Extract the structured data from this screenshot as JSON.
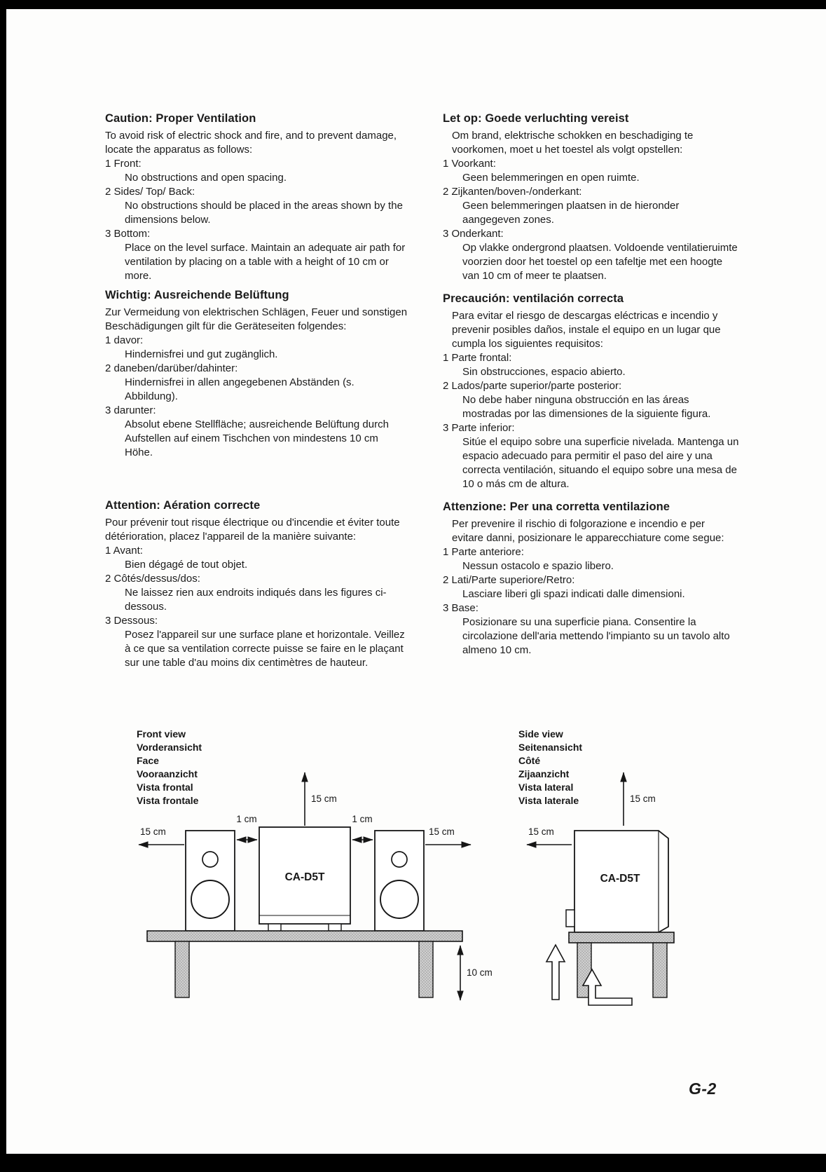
{
  "page": {
    "number": "G-2"
  },
  "columns": {
    "left": [
      {
        "title": "Caution: Proper Ventilation",
        "intro": "To avoid risk of electric shock and fire, and to prevent damage, locate the apparatus as follows:",
        "items": [
          {
            "label": "1 Front:",
            "text": "No obstructions and open spacing."
          },
          {
            "label": "2 Sides/ Top/ Back:",
            "text": "No obstructions should be placed in the areas shown by the dimensions below."
          },
          {
            "label": "3 Bottom:",
            "text": "Place on the level surface. Maintain an adequate air path for ventilation by placing on a table with a height of 10 cm or more."
          }
        ]
      },
      {
        "title": "Wichtig: Ausreichende Belüftung",
        "intro": "Zur Vermeidung von elektrischen Schlägen, Feuer und sonstigen Beschädigungen gilt für die Geräteseiten folgendes:",
        "items": [
          {
            "label": "1 davor:",
            "text": "Hindernisfrei und gut zugänglich."
          },
          {
            "label": "2 daneben/darüber/dahinter:",
            "text": "Hindernisfrei in allen angegebenen Abständen (s. Abbildung)."
          },
          {
            "label": "3 darunter:",
            "text": "Absolut ebene Stellfläche; ausreichende Belüftung durch Aufstellen auf einem Tischchen von mindestens 10 cm Höhe."
          }
        ]
      },
      {
        "title": "Attention: Aération correcte",
        "intro": "Pour prévenir tout risque électrique ou d'incendie et éviter toute détérioration, placez l'appareil de la manière suivante:",
        "items": [
          {
            "label": "1 Avant:",
            "text": "Bien dégagé de tout objet."
          },
          {
            "label": "2 Côtés/dessus/dos:",
            "text": "Ne laissez rien aux endroits indiqués dans les figures ci-dessous."
          },
          {
            "label": "3 Dessous:",
            "text": "Posez l'appareil sur une surface plane et horizontale. Veillez à ce que sa ventilation correcte puisse se faire en le plaçant sur une table d'au moins dix centimètres de hauteur."
          }
        ]
      }
    ],
    "right": [
      {
        "title": "Let op: Goede verluchting vereist",
        "intro": "Om brand, elektrische schokken en beschadiging te voorkomen, moet u het toestel als volgt opstellen:",
        "items": [
          {
            "label": "1 Voorkant:",
            "text": "Geen belemmeringen en open ruimte."
          },
          {
            "label": "2 Zijkanten/boven-/onderkant:",
            "text": "Geen belemmeringen plaatsen in de hieronder aangegeven zones."
          },
          {
            "label": "3 Onderkant:",
            "text": "Op vlakke ondergrond plaatsen. Voldoende ventilatieruimte voorzien door het toestel op een tafeltje met een hoogte van 10 cm of meer te plaatsen."
          }
        ]
      },
      {
        "title": "Precaución: ventilación correcta",
        "intro": "Para evitar el riesgo de descargas eléctricas e incendio y prevenir posibles daños, instale el equipo en un lugar que cumpla los siguientes requisitos:",
        "items": [
          {
            "label": "1 Parte frontal:",
            "text": "Sin obstrucciones, espacio abierto."
          },
          {
            "label": "2 Lados/parte superior/parte posterior:",
            "text": "No debe haber ninguna obstrucción en las áreas mostradas por las dimensiones de la siguiente figura."
          },
          {
            "label": "3 Parte inferior:",
            "text": "Sitúe el equipo sobre una superficie nivelada. Mantenga un espacio adecuado para permitir el paso del aire y una correcta ventilación, situando el equipo sobre una mesa de 10 o más cm de altura."
          }
        ]
      },
      {
        "title": "Attenzione: Per una corretta ventilazione",
        "intro": "Per prevenire il rischio di folgorazione e incendio e per evitare danni, posizionare le apparecchiature come segue:",
        "items": [
          {
            "label": "1 Parte anteriore:",
            "text": "Nessun ostacolo e spazio libero."
          },
          {
            "label": "2 Lati/Parte superiore/Retro:",
            "text": "Lasciare liberi gli spazi indicati dalle dimensioni."
          },
          {
            "label": "3 Base:",
            "text": "Posizionare su una superficie piana. Consentire la circolazione dell'aria mettendo l'impianto su un tavolo alto almeno 10 cm."
          }
        ]
      }
    ]
  },
  "diagram": {
    "front_view_labels": [
      "Front view",
      "Vorderansicht",
      "Face",
      "Vooraanzicht",
      "Vista frontal",
      "Vista frontale"
    ],
    "side_view_labels": [
      "Side view",
      "Seitenansicht",
      "Côté",
      "Zijaanzicht",
      "Vista lateral",
      "Vista laterale"
    ],
    "front": {
      "unit_label": "CA-D5T",
      "top_clearance": "15 cm",
      "left_clearance": "15 cm",
      "right_clearance": "15 cm",
      "left_gap": "1 cm",
      "right_gap": "1 cm",
      "table_height": "10 cm"
    },
    "side": {
      "unit_label": "CA-D5T",
      "top_clearance": "15 cm",
      "left_clearance": "15 cm"
    }
  }
}
